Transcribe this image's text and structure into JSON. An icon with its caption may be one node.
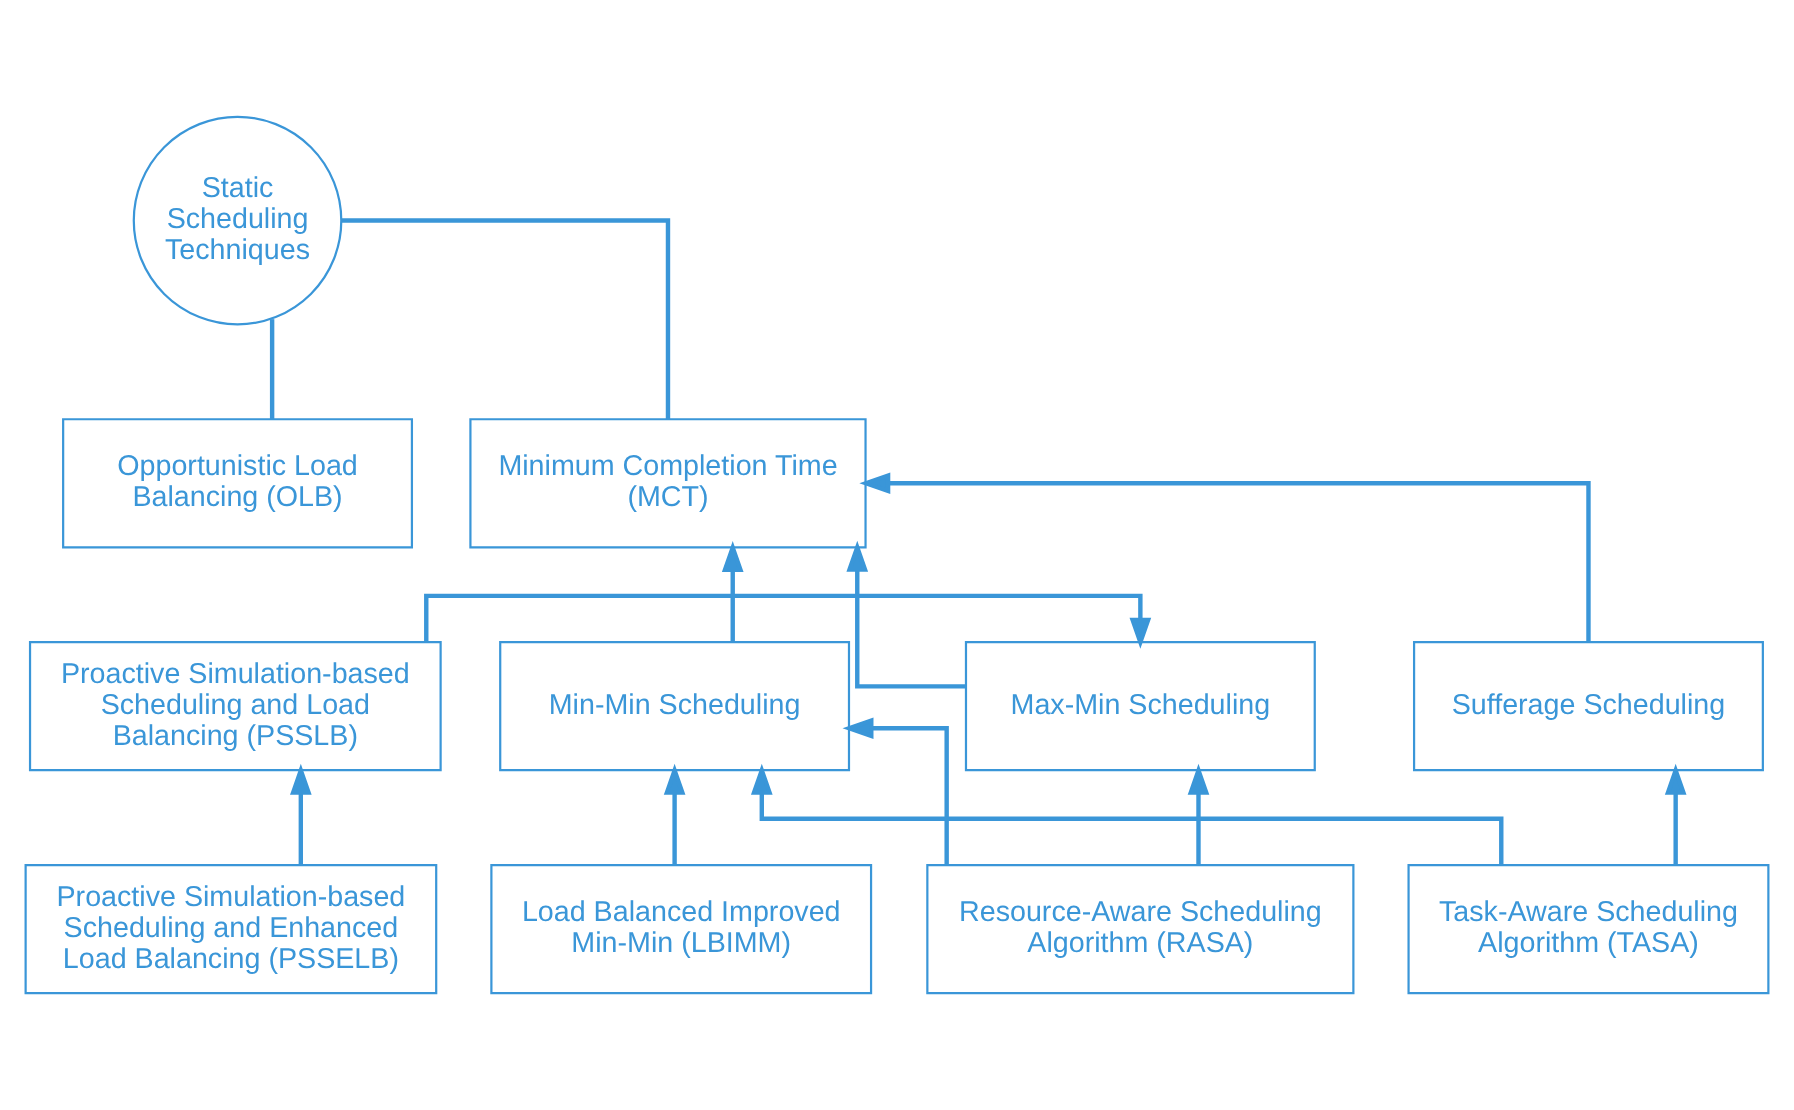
{
  "diagram": {
    "nodes": [
      {
        "text": [
          "Static Scheduling Techniques"
        ]
      },
      {
        "text": [
          "Opportunistic Load Balancing (OLB)"
        ]
      },
      {
        "text": [
          "Minimum Completion Time (MCT)"
        ]
      },
      {
        "text": [
          "Proactive Simulation-based Scheduling and Load Balancing (PSSLB)"
        ]
      },
      {
        "text": [
          "Max-Min Scheduling"
        ]
      },
      {
        "text": [
          "Min-Min Scheduling"
        ]
      },
      {
        "text": [
          "Sufferage Scheduling"
        ]
      },
      {
        "text": [
          "Proactive Simulation-based Scheduling and Enhanced Load Balancing (PSSELB)"
        ]
      },
      {
        "text": [
          "Resource-Aware Scheduling Algorithm (RASA)"
        ]
      },
      {
        "text": [
          "Load Balanced Improved Min-Min (LBIMM)"
        ]
      },
      {
        "text": [
          "Task-Aware Scheduling Algorithm (TASA)"
        ]
      }
    ],
    "edges": [
      {
        "from": 0,
        "to": 1,
        "arrow": "none"
      },
      {
        "from": 0,
        "to": 2,
        "arrow": "none"
      },
      {
        "from": 4,
        "to": 2,
        "arrow": "to"
      },
      {
        "from": 5,
        "to": 2,
        "arrow": "to"
      },
      {
        "from": 6,
        "to": 2,
        "arrow": "to"
      },
      {
        "from": 3,
        "to": 4,
        "arrow": "to"
      },
      {
        "from": 7,
        "to": 3,
        "arrow": "to"
      },
      {
        "from": 8,
        "to": 4,
        "arrow": "to"
      },
      {
        "from": 8,
        "to": 5,
        "arrow": "to"
      },
      {
        "from": 9,
        "to": 5,
        "arrow": "to"
      },
      {
        "from": 10,
        "to": 5,
        "arrow": "to"
      },
      {
        "from": 10,
        "to": 6,
        "arrow": "to"
      }
    ]
  }
}
